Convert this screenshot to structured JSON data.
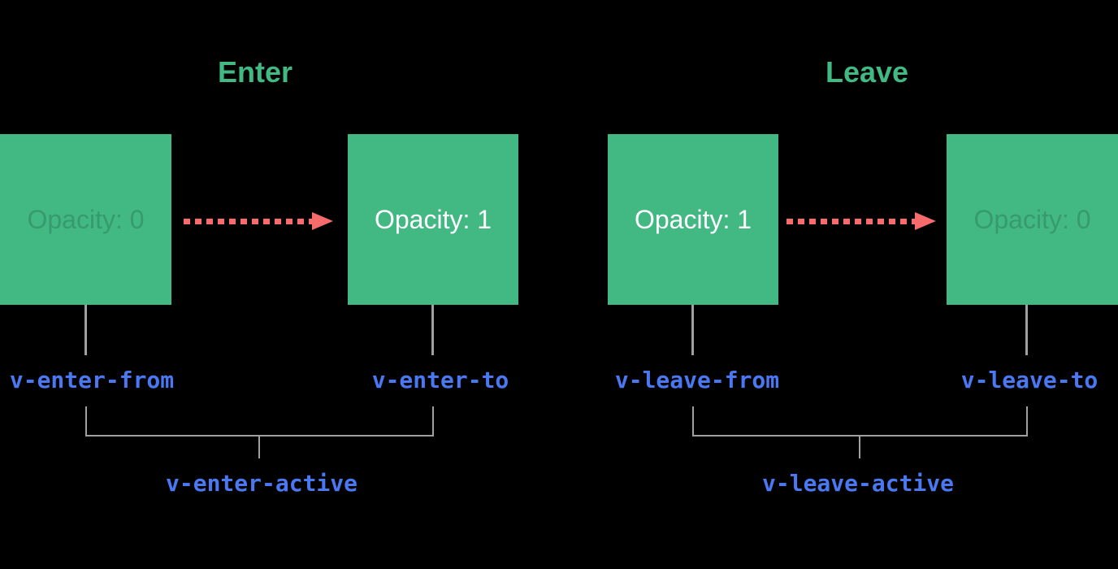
{
  "colors": {
    "bg": "#000000",
    "green": "#42b883",
    "red": "#f66b6b",
    "blue": "#4a78f2",
    "gray": "#a0a0a0",
    "white": "#ffffff"
  },
  "enter": {
    "title": "Enter",
    "from_box_label": "Opacity: 0",
    "to_box_label": "Opacity: 1",
    "from_class": "v-enter-from",
    "to_class": "v-enter-to",
    "active_class": "v-enter-active"
  },
  "leave": {
    "title": "Leave",
    "from_box_label": "Opacity: 1",
    "to_box_label": "Opacity: 0",
    "from_class": "v-leave-from",
    "to_class": "v-leave-to",
    "active_class": "v-leave-active"
  }
}
